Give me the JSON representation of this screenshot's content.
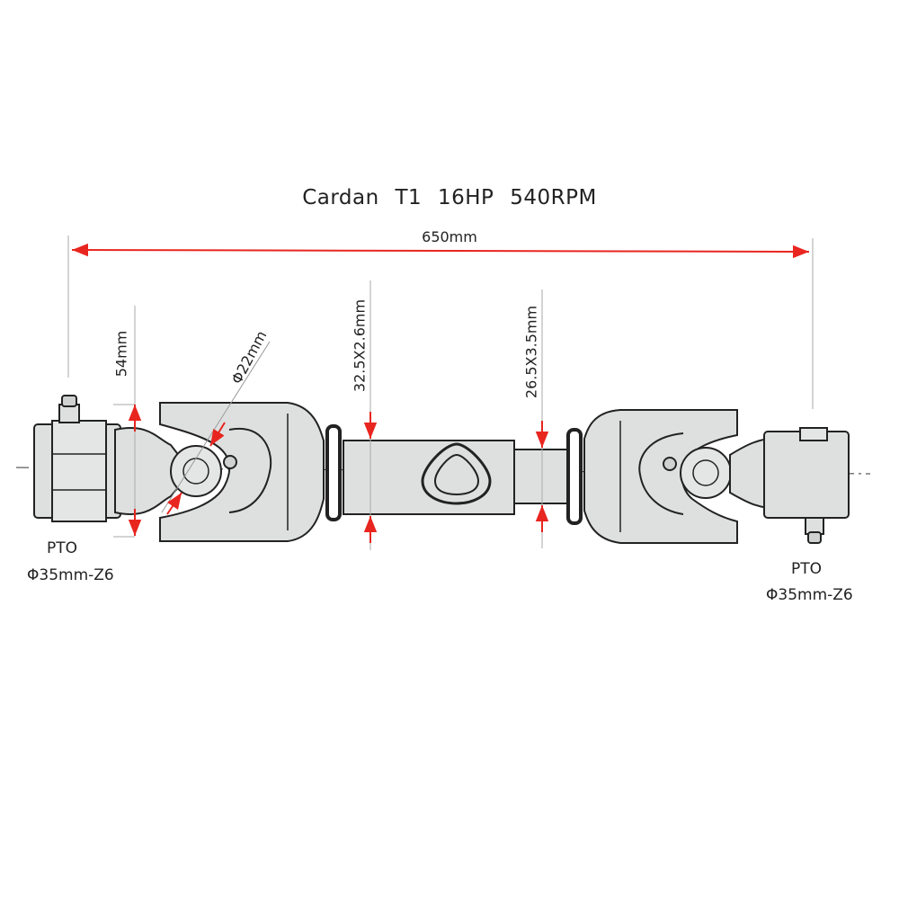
{
  "title": "Cardan  T1 16HP  540RPM",
  "dimensions": {
    "overall_length": "650mm",
    "yoke_height": "54mm",
    "cross_bearing": "Φ22mm",
    "outer_tube": "32.5X2.6mm",
    "inner_tube": "26.5X3.5mm"
  },
  "left_end": {
    "label": "PTO",
    "spec": "Φ35mm-Z6"
  },
  "right_end": {
    "label": "PTO",
    "spec": "Φ35mm-Z6"
  },
  "colors": {
    "dimension_arrow": "#e8251f",
    "drawing_line": "#222222",
    "part_fill": "#dde0df"
  }
}
